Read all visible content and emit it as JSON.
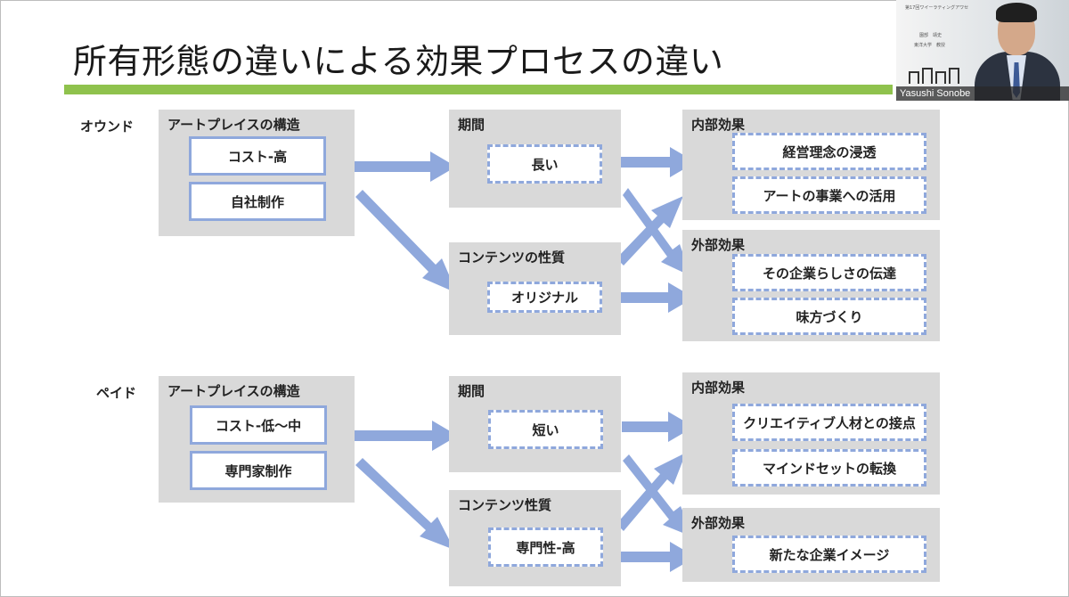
{
  "slide": {
    "title": "所有形態の違いによる効果プロセスの違い",
    "accent_color": "#8fc24d",
    "arrow_color": "#8fa8dc"
  },
  "webcam": {
    "presenter_name": "Yasushi Sonobe",
    "overlay_lines": [
      "第17回ワイーラティングアワセ",
      "園部　靖史",
      "東洋大学　教授"
    ]
  },
  "owned": {
    "label": "オウンド",
    "structure": {
      "title": "アートプレイスの構造",
      "items": [
        "コスト-高",
        "自社制作"
      ]
    },
    "period": {
      "title": "期間",
      "value": "長い"
    },
    "content": {
      "title": "コンテンツの性質",
      "value": "オリジナル"
    },
    "internal": {
      "title": "内部効果",
      "items": [
        "経営理念の浸透",
        "アートの事業への活用"
      ]
    },
    "external": {
      "title": "外部効果",
      "items": [
        "その企業らしさの伝達",
        "味方づくり"
      ]
    }
  },
  "paid": {
    "label": "ペイド",
    "structure": {
      "title": "アートプレイスの構造",
      "items": [
        "コスト-低～中",
        "専門家制作"
      ]
    },
    "period": {
      "title": "期間",
      "value": "短い"
    },
    "content": {
      "title": "コンテンツ性質",
      "value": "専門性-高"
    },
    "internal": {
      "title": "内部効果",
      "items": [
        "クリエイティブ人材との接点",
        "マインドセットの転換"
      ]
    },
    "external": {
      "title": "外部効果",
      "items": [
        "新たな企業イメージ"
      ]
    }
  }
}
